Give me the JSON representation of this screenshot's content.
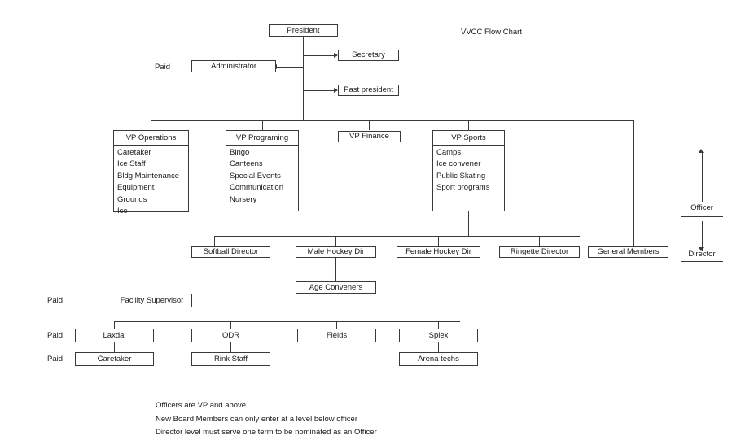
{
  "title": "VVCC Flow Chart",
  "nodes": {
    "president": "President",
    "secretary": "Secretary",
    "past_president": "Past president",
    "administrator": "Administrator",
    "vp_finance": "VP Finance",
    "softball_director": "Softball Director",
    "male_hockey_dir": "Male Hockey Dir",
    "female_hockey_dir": "Female Hockey Dir",
    "ringette_director": "Ringette Director",
    "general_members": "General Members",
    "age_conveners": "Age Conveners",
    "facility_supervisor": "Facility Supervisor",
    "laxdal": "Laxdal",
    "odr": "ODR",
    "fields": "Fields",
    "splex": "Splex",
    "caretaker_bottom": "Caretaker",
    "rink_staff": "Rink Staff",
    "arena_techs": "Arena techs"
  },
  "departments": [
    {
      "key": "vp_operations",
      "title": "VP Operations",
      "items": [
        "Caretaker",
        "Ice Staff",
        "Bldg Maintenance",
        "Equipment",
        "Grounds",
        "Ice"
      ]
    },
    {
      "key": "vp_programing",
      "title": "VP Programing",
      "items": [
        "Bingo",
        "Canteens",
        "Special Events",
        "Communication",
        "Nursery"
      ]
    },
    {
      "key": "vp_sports",
      "title": "VP Sports",
      "items": [
        "Camps",
        "Ice convener",
        "Public Skating",
        "Sport programs"
      ]
    }
  ],
  "paid_labels": {
    "administrator": "Paid",
    "facility_supervisor": "Paid",
    "laxdal_row": "Paid",
    "caretaker_row": "Paid"
  },
  "legend": {
    "officer": "Officer",
    "director": "Director"
  },
  "notes": [
    "Officers are VP and above",
    "New Board Members can only enter at a level below officer",
    "Director level must serve one term to be nominated as an Officer"
  ],
  "colors": {
    "line": "#3a3a3a",
    "text": "#1a1a1a",
    "background": "#ffffff"
  }
}
